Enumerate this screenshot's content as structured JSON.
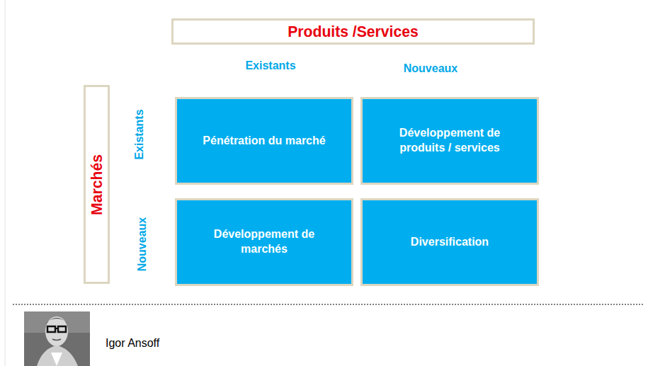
{
  "diagram": {
    "nodes": [
      {
        "text": [
          "Produits /Services"
        ]
      },
      {
        "text": [
          "Marchés"
        ]
      },
      {
        "text": [
          "Pénétration du marché"
        ]
      },
      {
        "text": [
          "Développement de produits / services"
        ]
      },
      {
        "text": [
          "Développement de marchés"
        ]
      },
      {
        "text": [
          "Diversification"
        ]
      }
    ],
    "labels": [
      "Existants",
      "Nouveaux",
      "Existants",
      "Nouveaux",
      "Igor Ansoff"
    ]
  }
}
